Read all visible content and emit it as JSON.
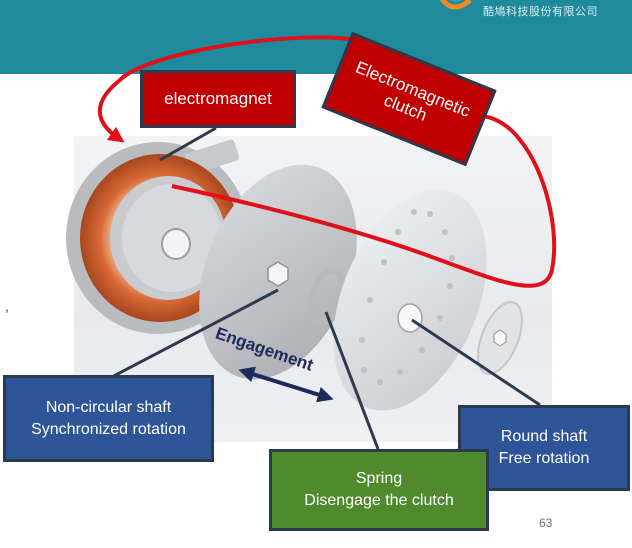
{
  "header": {
    "company": "酷鳩科技股份有限公司",
    "bg_color": "#1f8a9c"
  },
  "labels": {
    "electromagnet": "electromagnet",
    "clutch_line1": "Electromagnetic",
    "clutch_line2": "clutch",
    "noncircular_line1": "Non-circular shaft",
    "noncircular_line2": "Synchronized rotation",
    "round_line1": "Round shaft",
    "round_line2": "Free rotation",
    "spring_line1": "Spring",
    "spring_line2": "Disengage the clutch",
    "engagement": "Engagement"
  },
  "colors": {
    "red_box": "#c00000",
    "blue_box": "#2e5597",
    "green_box": "#4f8a2f",
    "box_border": "#2b3a4d",
    "curve": "#e0101a",
    "arrow": "#1f2a5c"
  },
  "page_number": "63",
  "stray_mark": ","
}
